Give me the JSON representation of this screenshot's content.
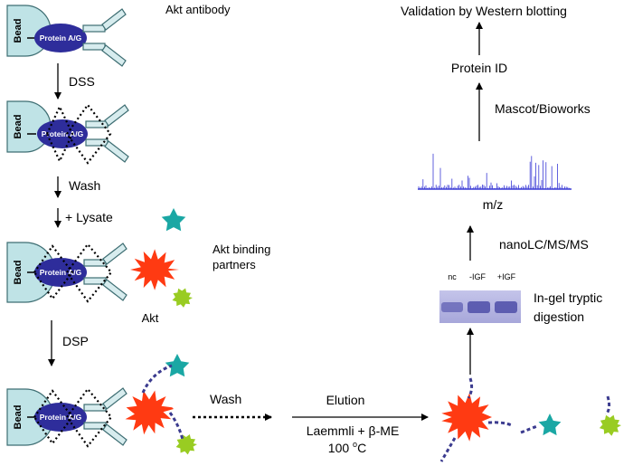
{
  "labels": {
    "bead": "Bead",
    "protein_ag": "Protein A/G",
    "akt_antibody": "Akt antibody",
    "dss": "DSS",
    "wash": "Wash",
    "lysate": "+ Lysate",
    "akt_binding_partners": [
      "Akt binding",
      "partners"
    ],
    "akt": "Akt",
    "dsp": "DSP",
    "wash_2": "Wash",
    "elution": "Elution",
    "laemmli": "Laemmli + β-ME",
    "temperature_value": "100 ",
    "temperature_sup": "o",
    "temperature_unit": "C",
    "lanes": [
      "nc",
      "-IGF",
      "+IGF"
    ],
    "in_gel": [
      "In-gel tryptic",
      "digestion"
    ],
    "nanolc": "nanoLC/MS/MS",
    "mz": "m/z",
    "mascot": "Mascot/Bioworks",
    "protein_id": "Protein ID",
    "validation": "Validation by Western blotting"
  },
  "colors": {
    "bead": "#bfe3e6",
    "protein_ag": "#2e2d9b",
    "antibody": "#d7ecee",
    "akt": "#ff3a12",
    "star": "#1aa7a4",
    "partner_green": "#99cc22",
    "crosslinker": "#3b3b8f",
    "spectrum": "#3b3bd6",
    "gel": "#9a9ad2"
  }
}
